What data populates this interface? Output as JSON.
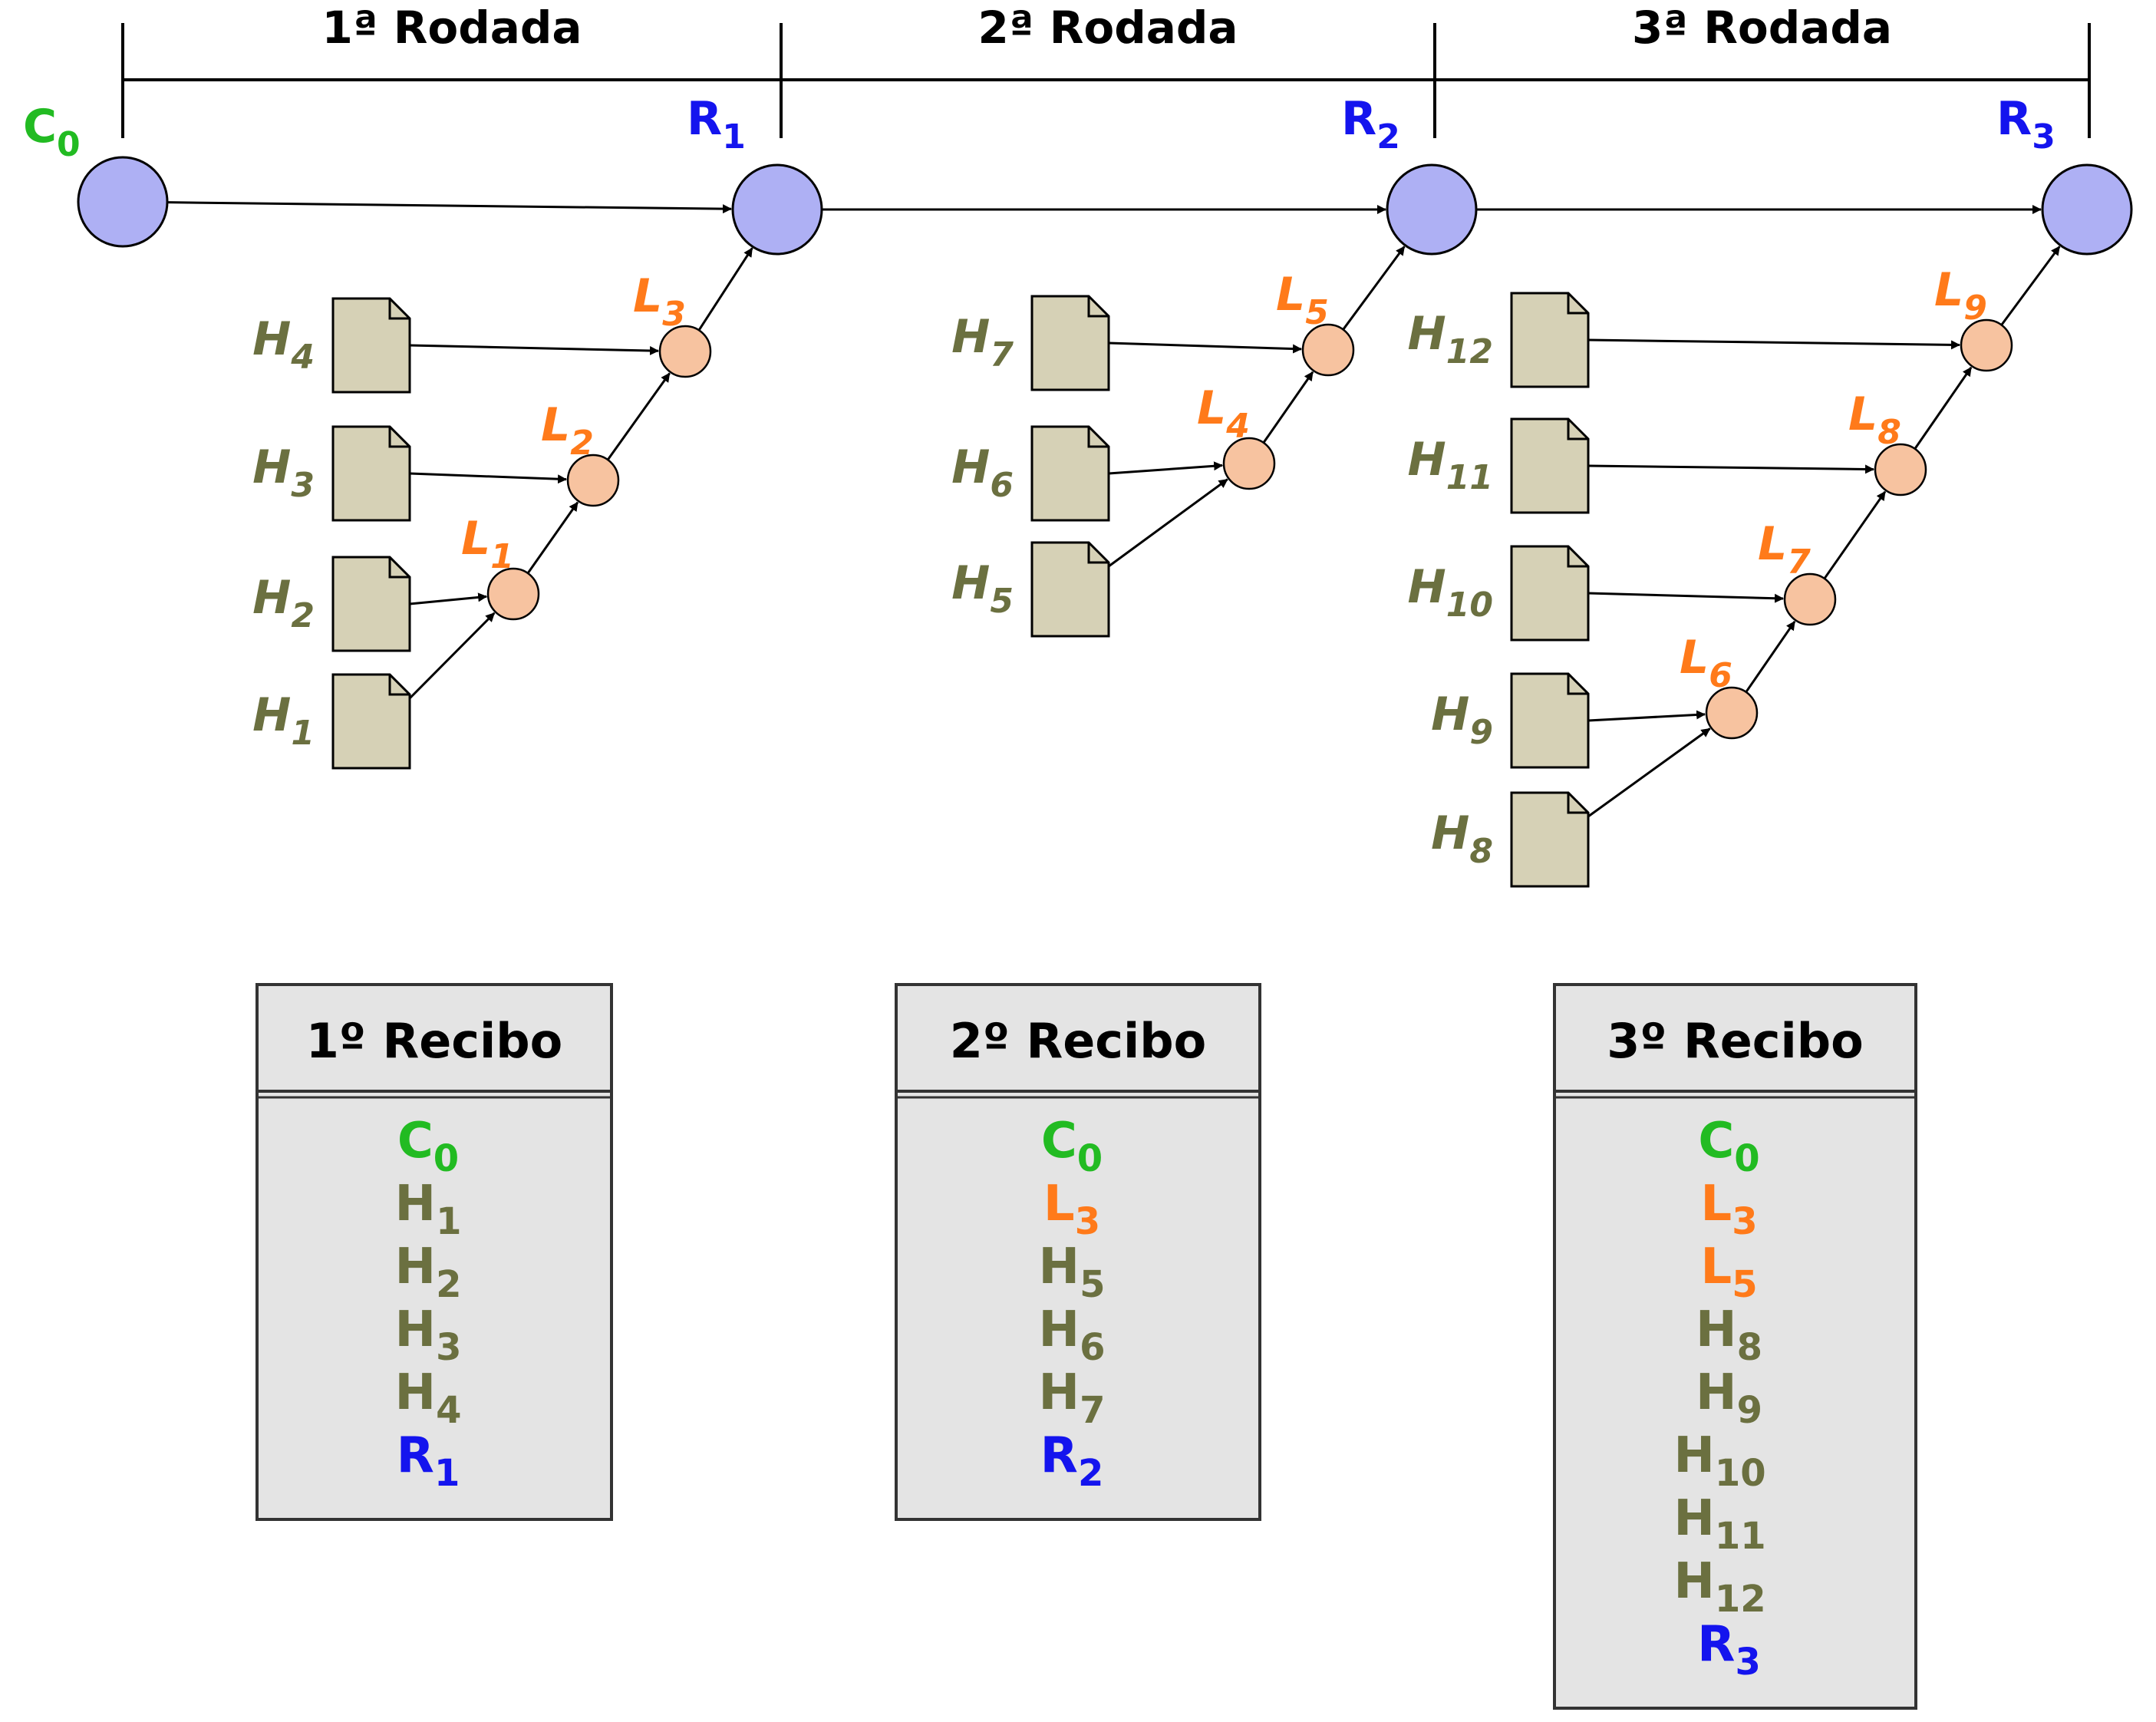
{
  "colors": {
    "anchor": "#22bb22",
    "round_root": "#1414ee",
    "hash": "#6b7040",
    "link": "#ff7a1a",
    "node_fill": "#aeb0f4",
    "link_fill": "#f7c3a0",
    "doc_fill": "#d6d1b6",
    "receipt_fill": "#e4e4e4"
  },
  "rounds": [
    {
      "label": "1ª Rodada"
    },
    {
      "label": "2ª Rodada"
    },
    {
      "label": "3ª Rodada"
    }
  ],
  "roots": [
    {
      "id": "C0",
      "base": "C",
      "sub": "0",
      "kind": "anchor"
    },
    {
      "id": "R1",
      "base": "R",
      "sub": "1",
      "kind": "root"
    },
    {
      "id": "R2",
      "base": "R",
      "sub": "2",
      "kind": "root"
    },
    {
      "id": "R3",
      "base": "R",
      "sub": "3",
      "kind": "root"
    }
  ],
  "links": [
    {
      "id": "L1",
      "base": "L",
      "sub": "1"
    },
    {
      "id": "L2",
      "base": "L",
      "sub": "2"
    },
    {
      "id": "L3",
      "base": "L",
      "sub": "3"
    },
    {
      "id": "L4",
      "base": "L",
      "sub": "4"
    },
    {
      "id": "L5",
      "base": "L",
      "sub": "5"
    },
    {
      "id": "L6",
      "base": "L",
      "sub": "6"
    },
    {
      "id": "L7",
      "base": "L",
      "sub": "7"
    },
    {
      "id": "L8",
      "base": "L",
      "sub": "8"
    },
    {
      "id": "L9",
      "base": "L",
      "sub": "9"
    }
  ],
  "documents": [
    {
      "id": "H1",
      "base": "H",
      "sub": "1"
    },
    {
      "id": "H2",
      "base": "H",
      "sub": "2"
    },
    {
      "id": "H3",
      "base": "H",
      "sub": "3"
    },
    {
      "id": "H4",
      "base": "H",
      "sub": "4"
    },
    {
      "id": "H5",
      "base": "H",
      "sub": "5"
    },
    {
      "id": "H6",
      "base": "H",
      "sub": "6"
    },
    {
      "id": "H7",
      "base": "H",
      "sub": "7"
    },
    {
      "id": "H8",
      "base": "H",
      "sub": "8"
    },
    {
      "id": "H9",
      "base": "H",
      "sub": "9"
    },
    {
      "id": "H10",
      "base": "H",
      "sub": "10"
    },
    {
      "id": "H11",
      "base": "H",
      "sub": "11"
    },
    {
      "id": "H12",
      "base": "H",
      "sub": "12"
    }
  ],
  "edges": [
    [
      "C0",
      "R1"
    ],
    [
      "R1",
      "R2"
    ],
    [
      "R2",
      "R3"
    ],
    [
      "H1",
      "L1"
    ],
    [
      "H2",
      "L1"
    ],
    [
      "L1",
      "L2"
    ],
    [
      "H3",
      "L2"
    ],
    [
      "L2",
      "L3"
    ],
    [
      "H4",
      "L3"
    ],
    [
      "L3",
      "R1"
    ],
    [
      "H5",
      "L4"
    ],
    [
      "H6",
      "L4"
    ],
    [
      "L4",
      "L5"
    ],
    [
      "H7",
      "L5"
    ],
    [
      "L5",
      "R2"
    ],
    [
      "H8",
      "L6"
    ],
    [
      "H9",
      "L6"
    ],
    [
      "L6",
      "L7"
    ],
    [
      "H10",
      "L7"
    ],
    [
      "L7",
      "L8"
    ],
    [
      "H11",
      "L8"
    ],
    [
      "L8",
      "L9"
    ],
    [
      "H12",
      "L9"
    ],
    [
      "L9",
      "R3"
    ]
  ],
  "receipts": [
    {
      "title": "1º Recibo",
      "items": [
        {
          "base": "C",
          "sub": "0",
          "kind": "anchor"
        },
        {
          "base": "H",
          "sub": "1",
          "kind": "hash"
        },
        {
          "base": "H",
          "sub": "2",
          "kind": "hash"
        },
        {
          "base": "H",
          "sub": "3",
          "kind": "hash"
        },
        {
          "base": "H",
          "sub": "4",
          "kind": "hash"
        },
        {
          "base": "R",
          "sub": "1",
          "kind": "root"
        }
      ]
    },
    {
      "title": "2º Recibo",
      "items": [
        {
          "base": "C",
          "sub": "0",
          "kind": "anchor"
        },
        {
          "base": "L",
          "sub": "3",
          "kind": "link"
        },
        {
          "base": "H",
          "sub": "5",
          "kind": "hash"
        },
        {
          "base": "H",
          "sub": "6",
          "kind": "hash"
        },
        {
          "base": "H",
          "sub": "7",
          "kind": "hash"
        },
        {
          "base": "R",
          "sub": "2",
          "kind": "root"
        }
      ]
    },
    {
      "title": "3º Recibo",
      "items": [
        {
          "base": "C",
          "sub": "0",
          "kind": "anchor"
        },
        {
          "base": "L",
          "sub": "3",
          "kind": "link"
        },
        {
          "base": "L",
          "sub": "5",
          "kind": "link"
        },
        {
          "base": "H",
          "sub": "8",
          "kind": "hash"
        },
        {
          "base": "H",
          "sub": "9",
          "kind": "hash"
        },
        {
          "base": "H",
          "sub": "10",
          "kind": "hash"
        },
        {
          "base": "H",
          "sub": "11",
          "kind": "hash"
        },
        {
          "base": "H",
          "sub": "12",
          "kind": "hash"
        },
        {
          "base": "R",
          "sub": "3",
          "kind": "root"
        }
      ]
    }
  ]
}
